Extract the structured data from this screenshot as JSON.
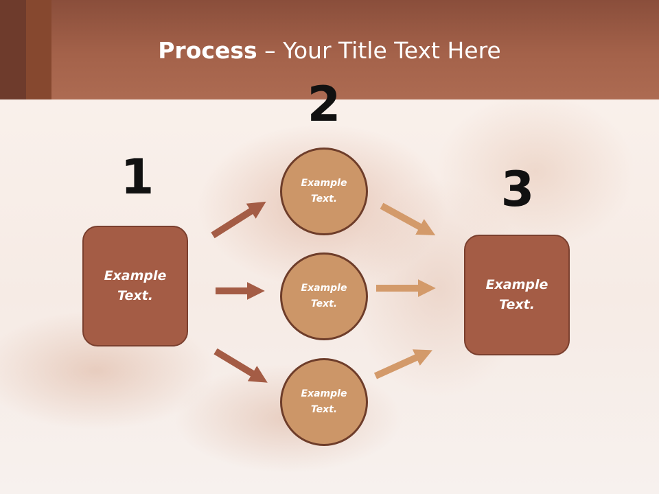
{
  "header": {
    "title_bold": "Process",
    "title_rest": " – Your Title Text Here"
  },
  "steps": {
    "one": "1",
    "two": "2",
    "three": "3"
  },
  "boxes": {
    "left_text": "Example\nText.",
    "right_text": "Example\nText."
  },
  "circles": [
    {
      "text": "Example\nText."
    },
    {
      "text": "Example\nText."
    },
    {
      "text": "Example\nText."
    }
  ],
  "colors": {
    "header": "#a4624a",
    "box_fill": "#a45c45",
    "circle_fill": "#cc9668",
    "arrow_left": "#a45c45",
    "arrow_right": "#d39a6a"
  }
}
